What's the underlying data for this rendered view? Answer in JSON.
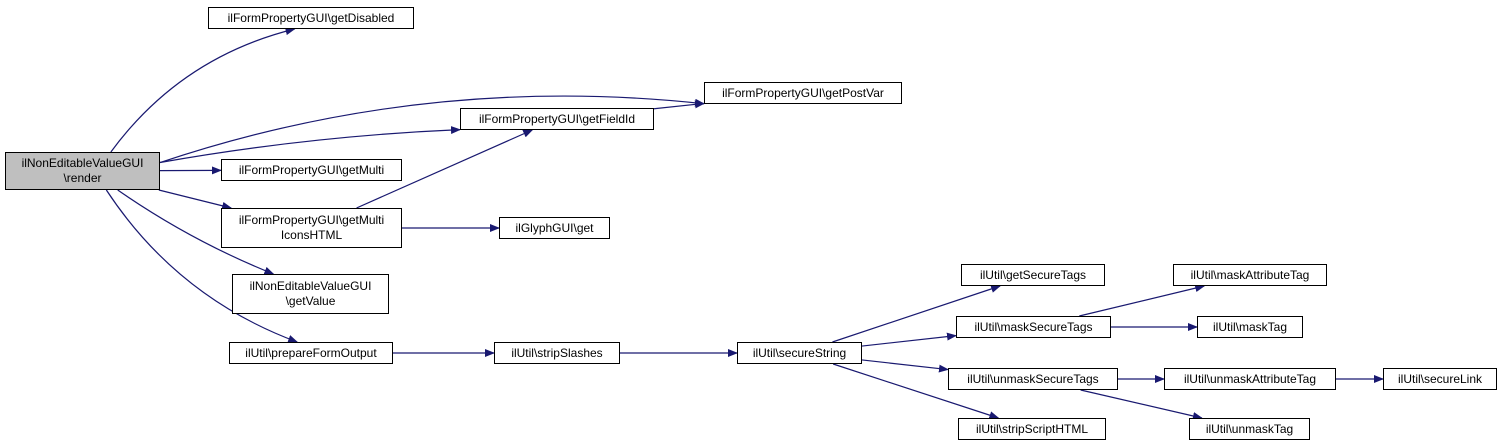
{
  "nodes": [
    {
      "id": "render",
      "label": "ilNonEditableValueGUI\n\\render",
      "root": true
    },
    {
      "id": "getDisabled",
      "label": "ilFormPropertyGUI\\getDisabled"
    },
    {
      "id": "getPostVar",
      "label": "ilFormPropertyGUI\\getPostVar"
    },
    {
      "id": "getFieldId",
      "label": "ilFormPropertyGUI\\getFieldId"
    },
    {
      "id": "getMulti",
      "label": "ilFormPropertyGUI\\getMulti"
    },
    {
      "id": "getMultiIconsHTML",
      "label": "ilFormPropertyGUI\\getMulti\nIconsHTML"
    },
    {
      "id": "glyphGet",
      "label": "ilGlyphGUI\\get"
    },
    {
      "id": "getValue",
      "label": "ilNonEditableValueGUI\n\\getValue"
    },
    {
      "id": "prepareFormOutput",
      "label": "ilUtil\\prepareFormOutput"
    },
    {
      "id": "stripSlashes",
      "label": "ilUtil\\stripSlashes"
    },
    {
      "id": "secureString",
      "label": "ilUtil\\secureString"
    },
    {
      "id": "getSecureTags",
      "label": "ilUtil\\getSecureTags"
    },
    {
      "id": "maskSecureTags",
      "label": "ilUtil\\maskSecureTags"
    },
    {
      "id": "unmaskSecureTags",
      "label": "ilUtil\\unmaskSecureTags"
    },
    {
      "id": "stripScriptHTML",
      "label": "ilUtil\\stripScriptHTML"
    },
    {
      "id": "maskAttributeTag",
      "label": "ilUtil\\maskAttributeTag"
    },
    {
      "id": "maskTag",
      "label": "ilUtil\\maskTag"
    },
    {
      "id": "unmaskAttributeTag",
      "label": "ilUtil\\unmaskAttributeTag"
    },
    {
      "id": "unmaskTag",
      "label": "ilUtil\\unmaskTag"
    },
    {
      "id": "secureLink",
      "label": "ilUtil\\secureLink"
    }
  ],
  "edges": [
    [
      "render",
      "getDisabled"
    ],
    [
      "render",
      "getPostVar"
    ],
    [
      "render",
      "getFieldId"
    ],
    [
      "render",
      "getMulti"
    ],
    [
      "render",
      "getMultiIconsHTML"
    ],
    [
      "render",
      "getValue"
    ],
    [
      "render",
      "prepareFormOutput"
    ],
    [
      "getFieldId",
      "getPostVar"
    ],
    [
      "getMultiIconsHTML",
      "getFieldId"
    ],
    [
      "getMultiIconsHTML",
      "glyphGet"
    ],
    [
      "prepareFormOutput",
      "stripSlashes"
    ],
    [
      "stripSlashes",
      "secureString"
    ],
    [
      "secureString",
      "getSecureTags"
    ],
    [
      "secureString",
      "maskSecureTags"
    ],
    [
      "secureString",
      "unmaskSecureTags"
    ],
    [
      "secureString",
      "stripScriptHTML"
    ],
    [
      "maskSecureTags",
      "maskAttributeTag"
    ],
    [
      "maskSecureTags",
      "maskTag"
    ],
    [
      "unmaskSecureTags",
      "unmaskAttributeTag"
    ],
    [
      "unmaskSecureTags",
      "unmaskTag"
    ],
    [
      "unmaskAttributeTag",
      "secureLink"
    ]
  ],
  "colors": {
    "edge": "#191970",
    "root_fill": "#bfbfbf",
    "node_fill": "#ffffff",
    "border": "#000000"
  }
}
